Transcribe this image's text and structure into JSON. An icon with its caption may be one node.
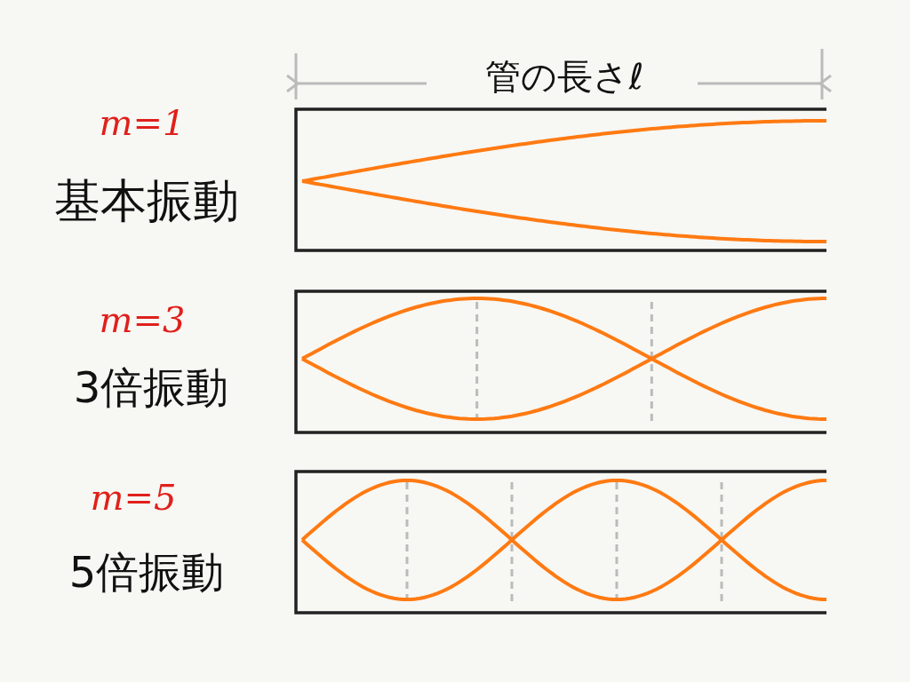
{
  "diagram": {
    "labels": [
      "管の長さℓ",
      "m=1",
      "基本振動",
      "m=3",
      "3倍振動",
      "m=5",
      "5倍振動"
    ]
  }
}
